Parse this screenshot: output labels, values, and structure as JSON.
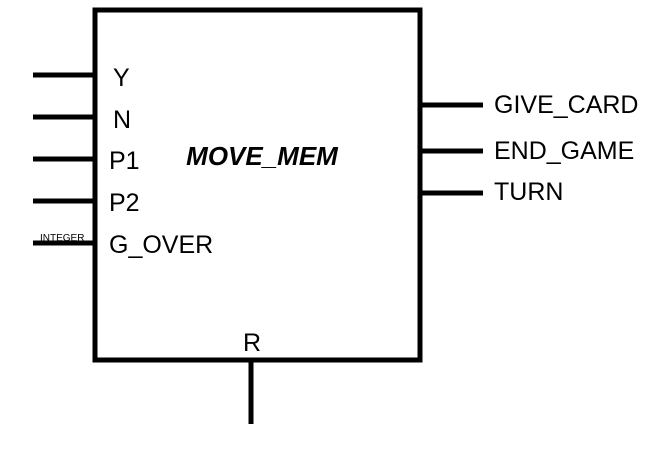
{
  "block": {
    "name": "MOVE_MEM"
  },
  "inputs": [
    {
      "name": "Y",
      "type": ""
    },
    {
      "name": "N",
      "type": ""
    },
    {
      "name": "P1",
      "type": ""
    },
    {
      "name": "P2",
      "type": ""
    },
    {
      "name": "G_OVER",
      "type": "INTEGER"
    }
  ],
  "outputs": [
    {
      "name": "GIVE_CARD"
    },
    {
      "name": "END_GAME"
    },
    {
      "name": "TURN"
    }
  ],
  "bottom_inputs": [
    {
      "name": "R"
    }
  ],
  "colors": {
    "stroke": "#000000",
    "background": "#ffffff"
  }
}
